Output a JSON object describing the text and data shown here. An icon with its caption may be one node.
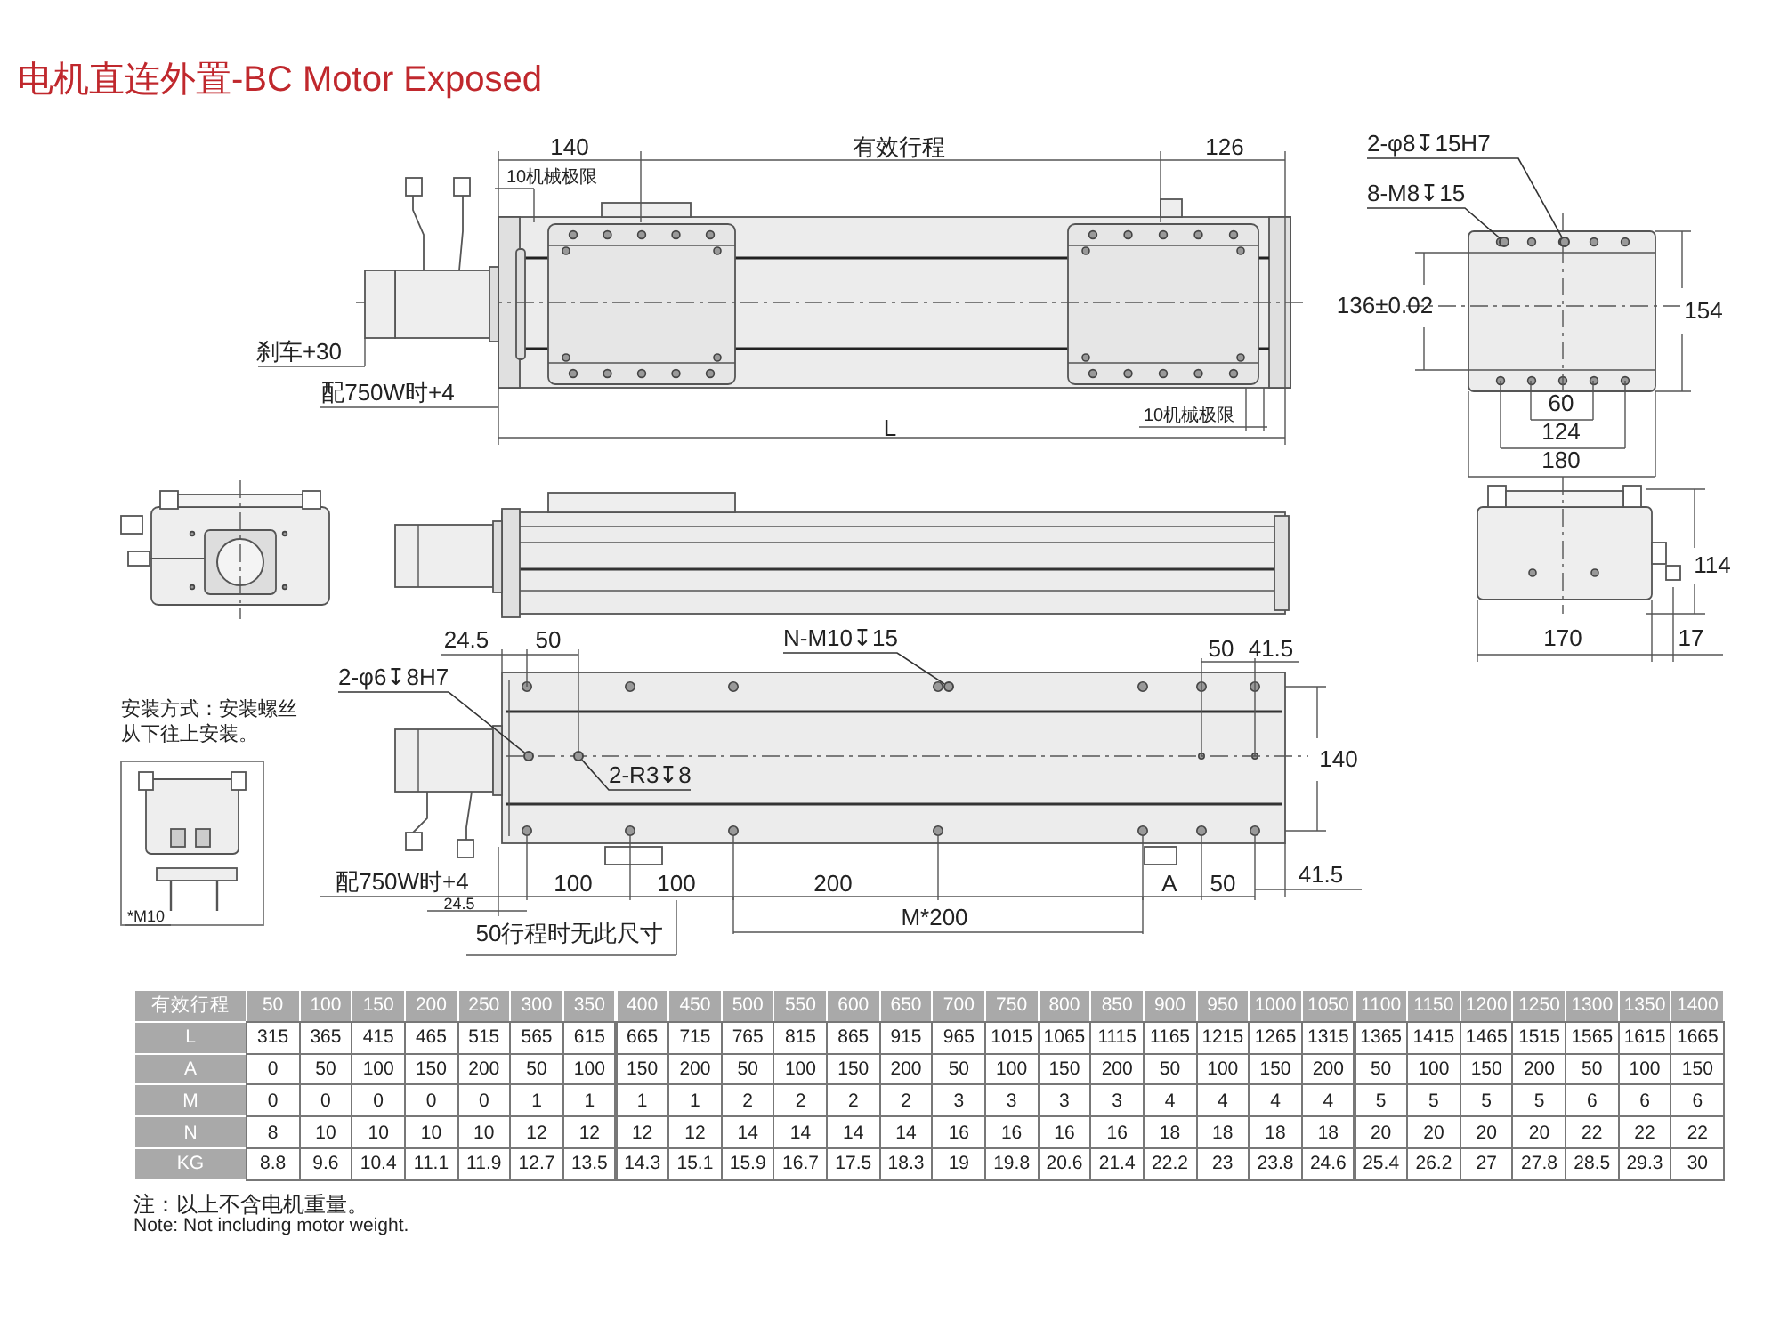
{
  "diagram": {
    "title": "电机直连外置-BC Motor Exposed",
    "nodes": [
      {
        "text": [
          "2-φ8↧15H7"
        ]
      },
      {
        "text": [
          "8-M8↧15"
        ]
      },
      {
        "text": [
          "N-M10↧15"
        ]
      },
      {
        "text": [
          "2-φ6↧8H7"
        ]
      },
      {
        "text": [
          "2-R3↧8"
        ]
      },
      {
        "text": [],
        "shape": "circle"
      },
      {
        "text": [],
        "shape": "circle"
      },
      {
        "text": [],
        "shape": "circle"
      },
      {
        "text": [],
        "shape": "circle"
      },
      {
        "text": [],
        "shape": "circle"
      }
    ],
    "edges": [
      {
        "from": 0,
        "to": 5,
        "arrow": "none"
      },
      {
        "from": 1,
        "to": 6,
        "arrow": "none"
      },
      {
        "from": 2,
        "to": 7,
        "arrow": "none"
      },
      {
        "from": 3,
        "to": 8,
        "arrow": "none"
      },
      {
        "from": 4,
        "to": 9,
        "arrow": "none"
      }
    ],
    "labels": [
      "140",
      "有效行程",
      "126",
      "10机械极限",
      "刹车+30",
      "配750W时+4",
      "10机械极限",
      "L",
      "136±0.02",
      "154",
      "60",
      "124",
      "180",
      "114",
      "24.5",
      "50",
      "50",
      "41.5",
      "170",
      "17",
      "140",
      "安装方式：安装螺丝从下往上安装。",
      "*M10",
      "配750W时+4",
      "24.5",
      "100",
      "100",
      "200",
      "A",
      "50",
      "41.5",
      "M*200",
      "50行程时无此尺寸",
      "有效行程",
      "50",
      "100",
      "150",
      "200",
      "250",
      "300",
      "350",
      "400",
      "450",
      "500",
      "550",
      "600",
      "650",
      "700",
      "750",
      "800",
      "850",
      "900",
      "950",
      "1000",
      "1050",
      "1100",
      "1150",
      "1200",
      "1250",
      "1300",
      "1350",
      "1400",
      "L",
      "315",
      "365",
      "415",
      "465",
      "515",
      "565",
      "615",
      "665",
      "715",
      "765",
      "815",
      "865",
      "915",
      "965",
      "1015",
      "1065",
      "1115",
      "1165",
      "1215",
      "1265",
      "1315",
      "1365",
      "1415",
      "1465",
      "1515",
      "1565",
      "1615",
      "1665",
      "A",
      "0",
      "50",
      "100",
      "150",
      "200",
      "50",
      "100",
      "150",
      "200",
      "50",
      "100",
      "150",
      "200",
      "50",
      "100",
      "150",
      "200",
      "50",
      "100",
      "150",
      "200",
      "50",
      "100",
      "150",
      "200",
      "50",
      "100",
      "150",
      "M",
      "0",
      "0",
      "0",
      "0",
      "0",
      "1",
      "1",
      "1",
      "1",
      "2",
      "2",
      "2",
      "2",
      "3",
      "3",
      "3",
      "3",
      "4",
      "4",
      "4",
      "4",
      "5",
      "5",
      "5",
      "5",
      "6",
      "6",
      "6",
      "N",
      "8",
      "10",
      "10",
      "10",
      "10",
      "12",
      "12",
      "12",
      "12",
      "14",
      "14",
      "14",
      "14",
      "16",
      "16",
      "16",
      "16",
      "18",
      "18",
      "18",
      "18",
      "20",
      "20",
      "20",
      "20",
      "22",
      "22",
      "22",
      "KG",
      "8.8",
      "9.6",
      "10.4",
      "11.1",
      "11.9",
      "12.7",
      "13.5",
      "14.3",
      "15.1",
      "15.9",
      "16.7",
      "17.5",
      "18.3",
      "19",
      "19.8",
      "20.6",
      "21.4",
      "22.2",
      "23",
      "23.8",
      "24.6",
      "25.4",
      "26.2",
      "27",
      "27.8",
      "28.5",
      "29.3",
      "30",
      "注：以上不含电机重量。",
      "Note: Not including motor weight."
    ]
  }
}
